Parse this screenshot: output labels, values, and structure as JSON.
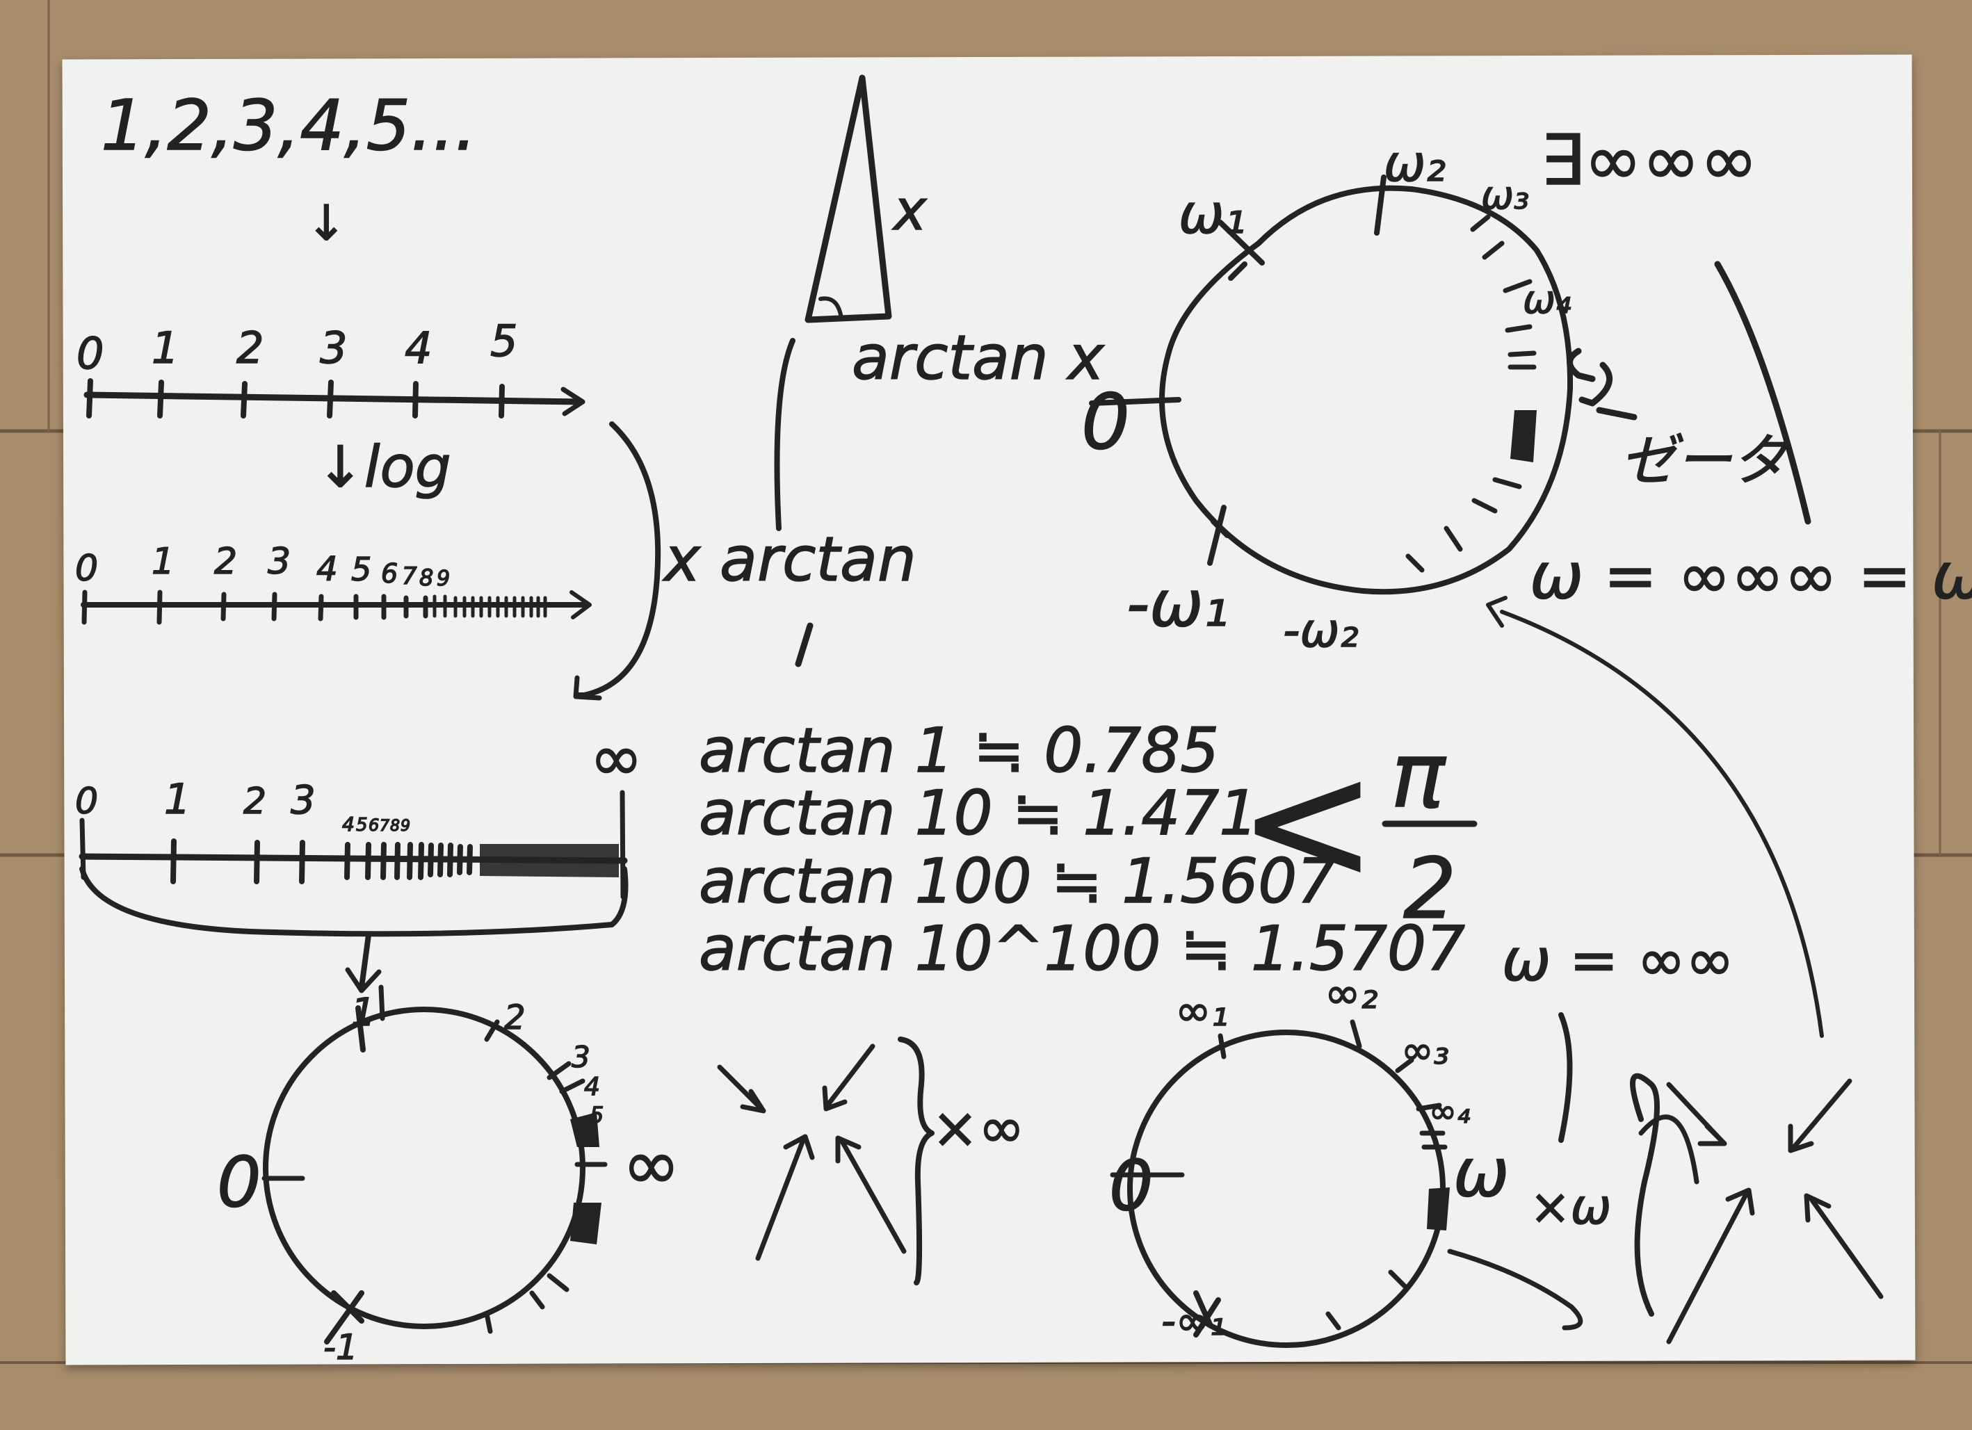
{
  "colors": {
    "floor": "#a88d6c",
    "paper": "#f1f1ef",
    "ink": "#232323"
  },
  "sequence": "1,2,3,4,5...",
  "numberline1": {
    "ticks": [
      "0",
      "1",
      "2",
      "3",
      "4",
      "5"
    ]
  },
  "log_label": "↓log",
  "numberline2": {
    "ticks": [
      "0",
      "1",
      "2",
      "3",
      "4",
      "5",
      "6",
      "7",
      "8",
      "9"
    ]
  },
  "numberline3": {
    "ticks": [
      "0",
      "1",
      "2",
      "3",
      "4",
      "5",
      "6",
      "7",
      "8",
      "9"
    ],
    "end": "∞"
  },
  "triangle": {
    "side": "x",
    "angle": "arctan x"
  },
  "xarctan": "x arctan",
  "arctan_values": [
    "arctan 1 ≒ 0.785",
    "arctan 10 ≒ 1.471",
    "arctan 100 ≒ 1.5607",
    "arctan 10^100 ≒ 1.5707"
  ],
  "inequality": "<",
  "pi_half": {
    "num": "π",
    "den": "2"
  },
  "circle_left": {
    "zero": "0",
    "one": "1",
    "two": "2",
    "three": "3",
    "four": "4",
    "five": "5",
    "inf": "∞",
    "minus_one": "-1"
  },
  "times_inf": "×∞",
  "circle_top": {
    "zero": "0",
    "w1": "ω₁",
    "w2": "ω₂",
    "w3": "ω₃",
    "w4": "ω₄",
    "mw1": "-ω₁",
    "mw2": "-ω₂"
  },
  "top_right": "∃∞∞∞",
  "zeta": "ゼータ",
  "omega_eq": "ω = ∞∞∞ = ωω",
  "omega_inf": "ω = ∞∞",
  "circle_bottom": {
    "zero": "0",
    "i1": "∞₁",
    "i2": "∞₂",
    "i3": "∞₃",
    "i4": "∞₄",
    "omega": "ω",
    "mi1": "-∞₁"
  },
  "times_omega": "×ω"
}
